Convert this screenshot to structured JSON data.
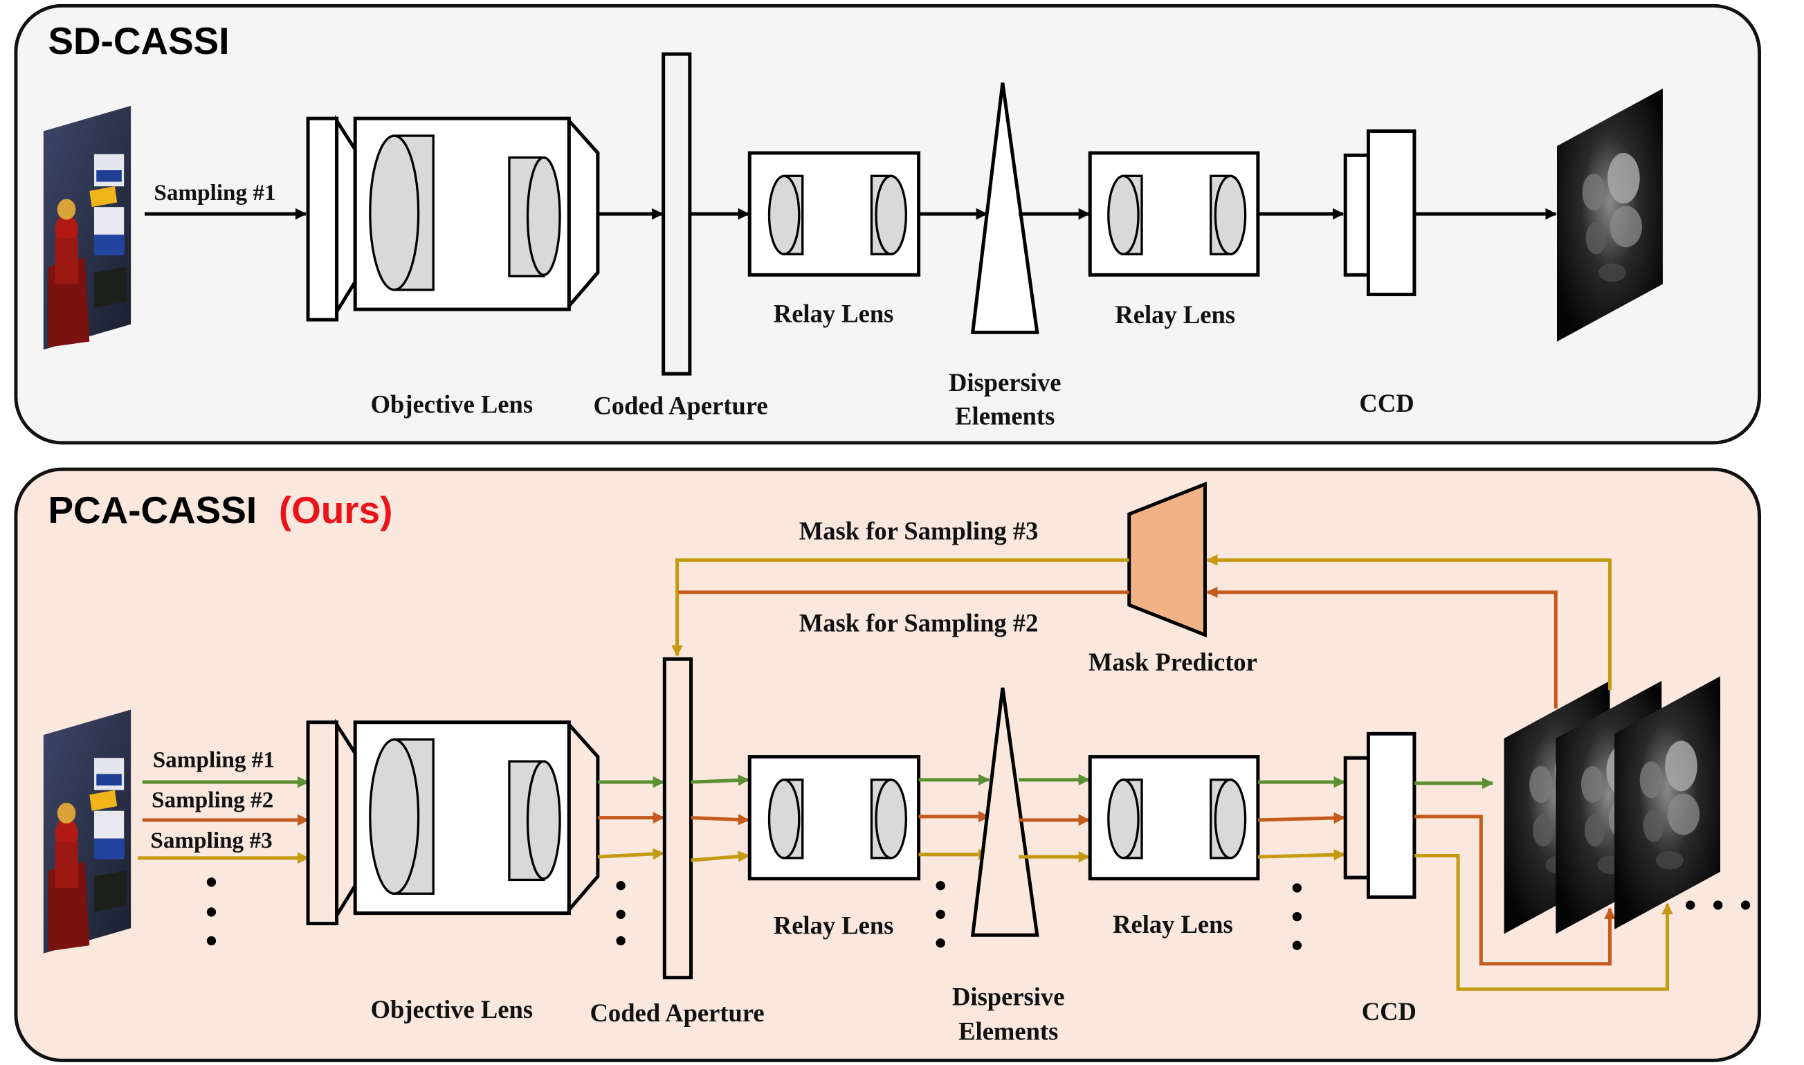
{
  "colors": {
    "top_panel_bg": "#f5f5f5",
    "bottom_panel_bg": "#fae7dd",
    "ours_red": "#e8141a",
    "green": "#5a8f32",
    "orange": "#c45b1d",
    "gold": "#c49a10",
    "lens_fill": "#d9d9d9",
    "predictor_fill": "#f1b386"
  },
  "icons": {
    "scene": "toy-scene-image",
    "measurement": "coded-measurement-image",
    "predictor": "trapezoid-network-icon"
  },
  "top": {
    "title": "SD-CASSI",
    "sampling": "Sampling #1",
    "objective_lens": "Objective Lens",
    "coded_aperture": "Coded Aperture",
    "relay_lens_1": "Relay Lens",
    "relay_lens_2": "Relay Lens",
    "dispersive_1": "Dispersive",
    "dispersive_2": "Elements",
    "ccd": "CCD"
  },
  "bottom": {
    "title": "PCA-CASSI",
    "title_ours": "(Ours)",
    "sampling_1": "Sampling #1",
    "sampling_2": "Sampling #2",
    "sampling_3": "Sampling #3",
    "mask_3": "Mask for Sampling #3",
    "mask_2": "Mask for Sampling #2",
    "mask_predictor": "Mask Predictor",
    "objective_lens": "Objective Lens",
    "coded_aperture": "Coded Aperture",
    "relay_lens_1": "Relay Lens",
    "relay_lens_2": "Relay Lens",
    "dispersive_1": "Dispersive",
    "dispersive_2": "Elements",
    "ccd": "CCD"
  }
}
